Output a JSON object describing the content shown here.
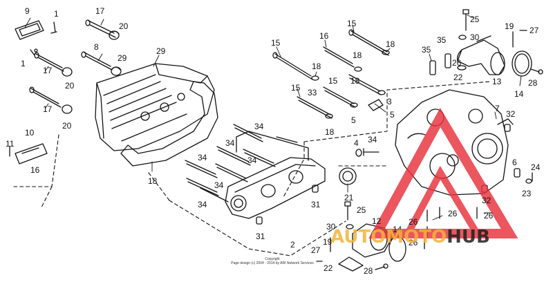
{
  "copyright": {
    "line1": "Copyright",
    "line2": "Page design (c) 2004 - 2014 by ARI Network Services"
  },
  "watermark": {
    "brand_auto": "AUTO",
    "brand_moto": "MOTO",
    "brand_hub": "HUB",
    "colors": {
      "triangle": "#e8323c",
      "auto": "#f3b53a",
      "hub": "#1f1f1f"
    }
  },
  "callouts": [
    {
      "label": "9"
    },
    {
      "label": "1"
    },
    {
      "label": "1"
    },
    {
      "label": "17"
    },
    {
      "label": "20"
    },
    {
      "label": "17"
    },
    {
      "label": "20"
    },
    {
      "label": "17"
    },
    {
      "label": "20"
    },
    {
      "label": "8"
    },
    {
      "label": "29"
    },
    {
      "label": "29"
    },
    {
      "label": "10"
    },
    {
      "label": "11"
    },
    {
      "label": "16"
    },
    {
      "label": "18"
    },
    {
      "label": "15"
    },
    {
      "label": "18"
    },
    {
      "label": "16"
    },
    {
      "label": "18"
    },
    {
      "label": "15"
    },
    {
      "label": "18"
    },
    {
      "label": "15"
    },
    {
      "label": "33"
    },
    {
      "label": "15"
    },
    {
      "label": "18"
    },
    {
      "label": "18"
    },
    {
      "label": "5"
    },
    {
      "label": "3"
    },
    {
      "label": "5"
    },
    {
      "label": "4"
    },
    {
      "label": "34"
    },
    {
      "label": "34"
    },
    {
      "label": "34"
    },
    {
      "label": "34"
    },
    {
      "label": "34"
    },
    {
      "label": "34"
    },
    {
      "label": "34"
    },
    {
      "label": "31"
    },
    {
      "label": "31"
    },
    {
      "label": "2"
    },
    {
      "label": "21"
    },
    {
      "label": "25"
    },
    {
      "label": "30"
    },
    {
      "label": "35"
    },
    {
      "label": "35"
    },
    {
      "label": "22"
    },
    {
      "label": "13"
    },
    {
      "label": "19"
    },
    {
      "label": "27"
    },
    {
      "label": "14"
    },
    {
      "label": "28"
    },
    {
      "label": "7"
    },
    {
      "label": "32"
    },
    {
      "label": "6"
    },
    {
      "label": "24"
    },
    {
      "label": "23"
    },
    {
      "label": "32"
    },
    {
      "label": "26"
    },
    {
      "label": "26"
    },
    {
      "label": "26"
    },
    {
      "label": "26"
    },
    {
      "label": "26"
    },
    {
      "label": "25"
    },
    {
      "label": "30"
    },
    {
      "label": "12"
    },
    {
      "label": "14"
    },
    {
      "label": "19"
    },
    {
      "label": "27"
    },
    {
      "label": "22"
    },
    {
      "label": "28"
    }
  ]
}
